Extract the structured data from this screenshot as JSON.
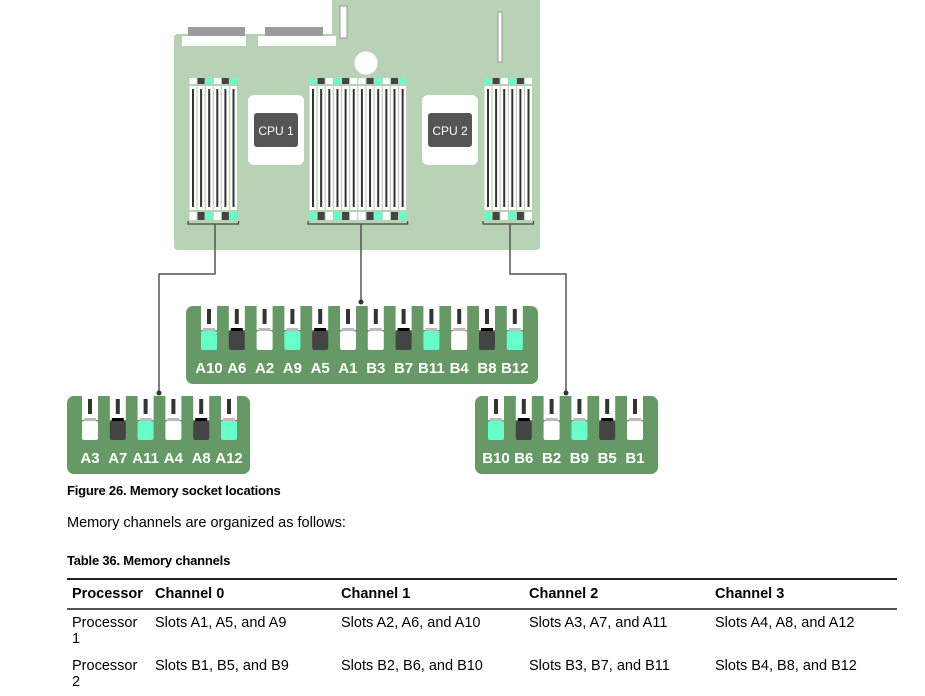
{
  "figure": {
    "cpu_labels": [
      "CPU 1",
      "CPU 2"
    ],
    "colors": {
      "board": "#b7d2b5",
      "panel": "#669966",
      "teal": "#66ffcc",
      "dark": "#444444",
      "white": "#ffffff",
      "leader_line": "#555555"
    },
    "groups": [
      {
        "name": "left",
        "slots": [
          {
            "label": "A3",
            "color": "white"
          },
          {
            "label": "A7",
            "color": "dark"
          },
          {
            "label": "A11",
            "color": "teal"
          },
          {
            "label": "A4",
            "color": "white"
          },
          {
            "label": "A8",
            "color": "dark"
          },
          {
            "label": "A12",
            "color": "teal"
          }
        ]
      },
      {
        "name": "middle",
        "slots": [
          {
            "label": "A10",
            "color": "teal"
          },
          {
            "label": "A6",
            "color": "dark"
          },
          {
            "label": "A2",
            "color": "white"
          },
          {
            "label": "A9",
            "color": "teal"
          },
          {
            "label": "A5",
            "color": "dark"
          },
          {
            "label": "A1",
            "color": "white"
          },
          {
            "label": "B3",
            "color": "white"
          },
          {
            "label": "B7",
            "color": "dark"
          },
          {
            "label": "B11",
            "color": "teal"
          },
          {
            "label": "B4",
            "color": "white"
          },
          {
            "label": "B8",
            "color": "dark"
          },
          {
            "label": "B12",
            "color": "teal"
          }
        ]
      },
      {
        "name": "right",
        "slots": [
          {
            "label": "B10",
            "color": "teal"
          },
          {
            "label": "B6",
            "color": "dark"
          },
          {
            "label": "B2",
            "color": "white"
          },
          {
            "label": "B9",
            "color": "teal"
          },
          {
            "label": "B5",
            "color": "dark"
          },
          {
            "label": "B1",
            "color": "white"
          }
        ]
      }
    ]
  },
  "figure_caption": "Figure 26. Memory socket locations",
  "intro_text": "Memory channels are organized as follows:",
  "table_caption": "Table 36. Memory channels",
  "table": {
    "headers": [
      "Processor",
      "Channel 0",
      "Channel 1",
      "Channel 2",
      "Channel 3"
    ],
    "rows": [
      [
        "Processor 1",
        "Slots A1, A5, and A9",
        "Slots A2, A6, and A10",
        "Slots A3, A7, and A11",
        "Slots A4, A8, and A12"
      ],
      [
        "Processor 2",
        "Slots B1, B5, and B9",
        "Slots B2, B6, and B10",
        "Slots B3, B7, and B11",
        "Slots B4, B8, and B12"
      ]
    ]
  }
}
